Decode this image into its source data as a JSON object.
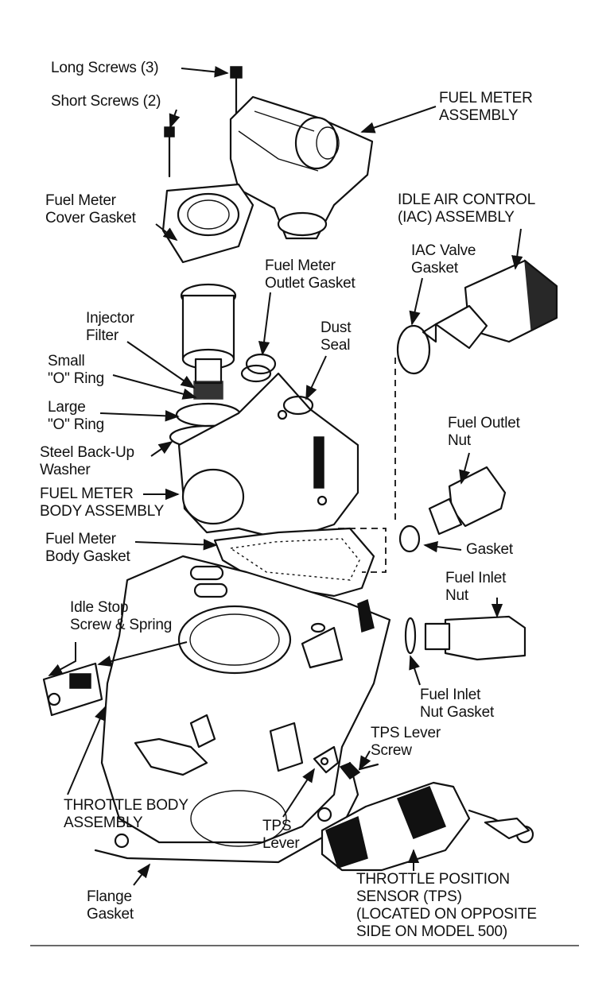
{
  "labels": {
    "long_screws": "Long Screws (3)",
    "short_screws": "Short Screws (2)",
    "fuel_meter_assembly": "FUEL METER\nASSEMBLY",
    "fuel_meter_cover_gasket": "Fuel Meter\nCover Gasket",
    "iac_assembly": "IDLE AIR CONTROL\n(IAC) ASSEMBLY",
    "fuel_meter_outlet_gasket": "Fuel Meter\nOutlet Gasket",
    "iac_valve_gasket": "IAC Valve\nGasket",
    "injector_filter": "Injector\nFilter",
    "dust_seal": "Dust\nSeal",
    "small_o_ring": "Small\n\"O\" Ring",
    "large_o_ring": "Large\n\"O\" Ring",
    "fuel_outlet_nut": "Fuel Outlet\nNut",
    "steel_backup_washer": "Steel Back-Up\nWasher",
    "fuel_meter_body_assembly": "FUEL METER\nBODY ASSEMBLY",
    "fuel_meter_body_gasket": "Fuel Meter\nBody Gasket",
    "gasket": "Gasket",
    "fuel_inlet_nut": "Fuel Inlet\nNut",
    "idle_stop_screw": "Idle Stop\nScrew & Spring",
    "fuel_inlet_nut_gasket": "Fuel Inlet\nNut Gasket",
    "tps_lever_screw": "TPS Lever\nScrew",
    "throttle_body_assembly": "THROTTLE BODY\nASSEMBLY",
    "tps_lever": "TPS\nLever",
    "flange_gasket": "Flange\nGasket",
    "tps": "THROTTLE POSITION\nSENSOR (TPS)\n(LOCATED ON OPPOSITE\nSIDE ON MODEL 500)"
  }
}
